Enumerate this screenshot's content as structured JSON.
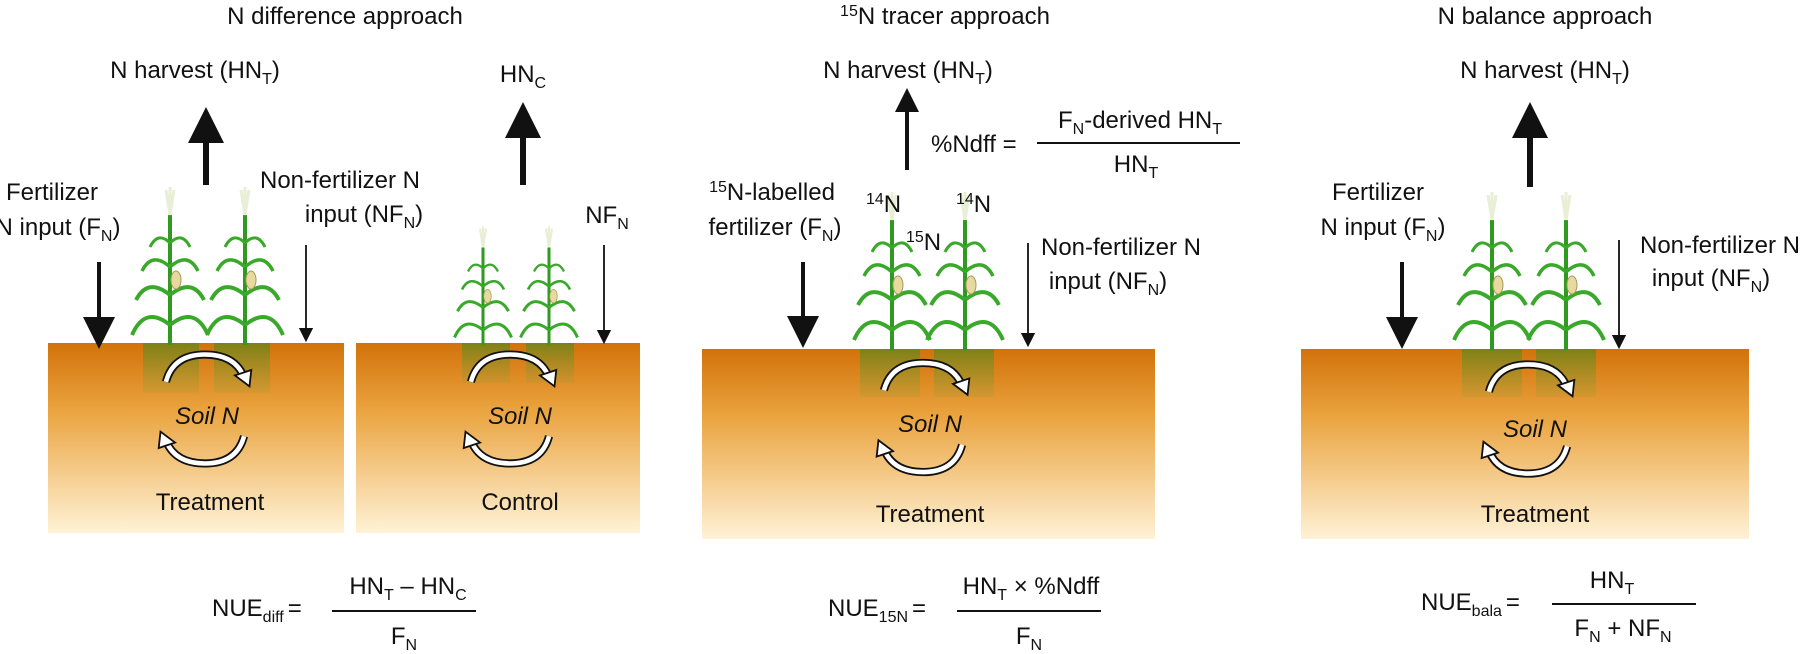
{
  "panels": {
    "diff": {
      "title": "N difference approach",
      "harvest_t": "N harvest (HN",
      "harvest_t_sub": "T",
      "harvest_t_end": ")",
      "harvest_c": "HN",
      "harvest_c_sub": "C",
      "fert_line1": "Fertilizer",
      "fert_line2": "N input (F",
      "fert_sub": "N",
      "fert_end": ")",
      "nonfert_line1": "Non-fertilizer N",
      "nonfert_line2": "input (NF",
      "nonfert_sub": "N",
      "nonfert_end": ")",
      "nf_c": "NF",
      "nf_c_sub": "N",
      "soil_label": "Soil N",
      "treatment_label": "Treatment",
      "control_label": "Control",
      "formula_lhs": "NUE",
      "formula_lhs_sub": "diff",
      "formula_eq": "=",
      "num_a": "HN",
      "num_a_sub": "T",
      "num_mid": " – HN",
      "num_b_sub": "C",
      "den": "F",
      "den_sub": "N"
    },
    "tracer": {
      "title_sup": "15",
      "title": "N tracer approach",
      "harvest": "N harvest (HN",
      "harvest_sub": "T",
      "harvest_end": ")",
      "ndff_lhs": "%Ndff =",
      "ndff_num": "F",
      "ndff_num_sub": "N",
      "ndff_num_mid": "-derived HN",
      "ndff_num_sub2": "T",
      "ndff_den": "HN",
      "ndff_den_sub": "T",
      "fert_sup": "15",
      "fert_line1": "N-labelled",
      "fert_line2": "fertilizer (F",
      "fert_sub": "N",
      "fert_end": ")",
      "n14_sup": "14",
      "n14": "N",
      "n15_sup": "15",
      "n15": "N",
      "nonfert_line1": "Non-fertilizer N",
      "nonfert_line2": "input (NF",
      "nonfert_sub": "N",
      "nonfert_end": ")",
      "soil_label": "Soil N",
      "treatment_label": "Treatment",
      "formula_lhs": "NUE",
      "formula_lhs_sub": "15N",
      "formula_eq": "=",
      "num": "HN",
      "num_sub": "T",
      "num_end": " × %Ndff",
      "den": "F",
      "den_sub": "N"
    },
    "bala": {
      "title": "N balance approach",
      "harvest": "N harvest (HN",
      "harvest_sub": "T",
      "harvest_end": ")",
      "fert_line1": "Fertilizer",
      "fert_line2": "N input (F",
      "fert_sub": "N",
      "fert_end": ")",
      "nonfert_line1": "Non-fertilizer N",
      "nonfert_line2": "input (NF",
      "nonfert_sub": "N",
      "nonfert_end": ")",
      "soil_label": "Soil N",
      "treatment_label": "Treatment",
      "formula_lhs": "NUE",
      "formula_lhs_sub": "bala",
      "formula_eq": "=",
      "num": "HN",
      "num_sub": "T",
      "den_a": "F",
      "den_a_sub": "N",
      "den_mid": " + NF",
      "den_b_sub": "N"
    }
  },
  "colors": {
    "soil_top": "#d2720a",
    "soil_bottom": "#fff2d6",
    "plant": "#2f9a1f",
    "text": "#111111"
  }
}
